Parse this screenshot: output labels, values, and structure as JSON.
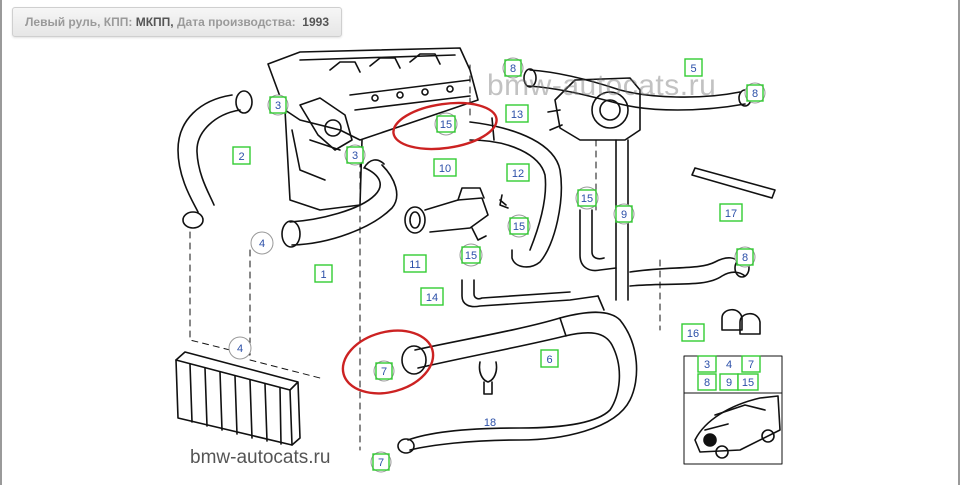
{
  "info_bar": {
    "steering_label": "Левый руль,",
    "gearbox_label": "КПП:",
    "gearbox_value": "МКПП,",
    "date_label": "Дата производства:",
    "date_value": "1993"
  },
  "watermarks": {
    "top": "bmw-autocats.ru",
    "bottom": "bmw-autocats.ru"
  },
  "colors": {
    "callout_border": "#33cc33",
    "callout_text": "#2b4fa8",
    "highlight_ring": "#cc2222",
    "line_art": "#111111"
  },
  "callouts": {
    "c1": "1",
    "c2": "2",
    "c3a": "3",
    "c3b": "3",
    "c4a": "4",
    "c4b": "4",
    "c5": "5",
    "c6": "6",
    "c7a": "7",
    "c7b": "7",
    "c8a": "8",
    "c8b": "8",
    "c8c": "8",
    "c9": "9",
    "c10": "10",
    "c11": "11",
    "c12": "12",
    "c13": "13",
    "c14": "14",
    "c15a": "15",
    "c15b": "15",
    "c15c": "15",
    "c15d": "15",
    "c16": "16",
    "c17": "17",
    "c18": "18"
  },
  "legend": {
    "r1c1": "3",
    "r1c2": "4",
    "r1c3": "7",
    "r2c1": "8",
    "r2c2": "9",
    "r2c3": "15"
  }
}
